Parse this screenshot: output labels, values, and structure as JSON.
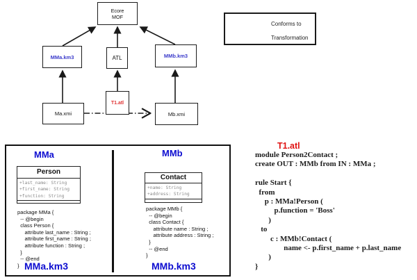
{
  "diagram": {
    "nodes": {
      "ecore": {
        "label": "Ecore\nMOF"
      },
      "mma_km3": {
        "label": "MMa.km3"
      },
      "atl": {
        "label": "ATL"
      },
      "mmb_km3": {
        "label": "MMb.km3"
      },
      "t1_atl": {
        "label": "T1.atl"
      },
      "ma_xmi": {
        "label": "Ma.xmi"
      },
      "mb_xmi": {
        "label": "Mb.xmi"
      }
    },
    "edges": [
      "MMa.km3 conforms to Ecore MOF",
      "ATL conforms to Ecore MOF",
      "MMb.km3 conforms to Ecore MOF",
      "Ma.xmi conforms to MMa.km3",
      "T1.atl conforms to ATL",
      "Mb.xmi conforms to MMb.km3",
      "Ma.xmi transformation to Mb.xmi"
    ]
  },
  "legend": {
    "conforms_label": "Conforms to",
    "transformation_label": "Transformation"
  },
  "metamodel_panel": {
    "left": {
      "title": "MMa",
      "class_box": {
        "name": "Person",
        "attributes": [
          "+last_name: String",
          "+first_name: String",
          "+function: String"
        ]
      },
      "code": "package MMa {\n  -- @begin\n  class Person {\n     attribute last_name : String ;\n     attribute first_name : String ;\n     attribute function : String ;\n  }\n  -- @end\n}",
      "footer": "MMa.km3"
    },
    "right": {
      "title": "MMb",
      "class_box": {
        "name": "Contact",
        "attributes": [
          "+name: String",
          "+address: String"
        ]
      },
      "code": "package MMb {\n  -- @begin\n  class Contact {\n     attribute name : String ;\n     attribute address : String ;\n  }\n  -- @end\n}",
      "footer": "MMb.km3"
    }
  },
  "atl_section": {
    "title": "T1.atl",
    "code": "module Person2Contact ;\ncreate OUT : MMb from IN : MMa ;\n\nrule Start {\n  from\n     p : MMa!Person (\n          p.function = 'Boss'\n       )\n   to\n        c : MMb!Contact (\n               name <- p.first_name + p.last_name\n       )\n}"
  },
  "colors": {
    "metamodel_label_blue": "#3c3ccb",
    "panel_title_blue": "#0d0dd0",
    "transformation_red": "#e01212",
    "attribute_gray": "#8a8a8a",
    "line_black": "#1a1a1a"
  }
}
